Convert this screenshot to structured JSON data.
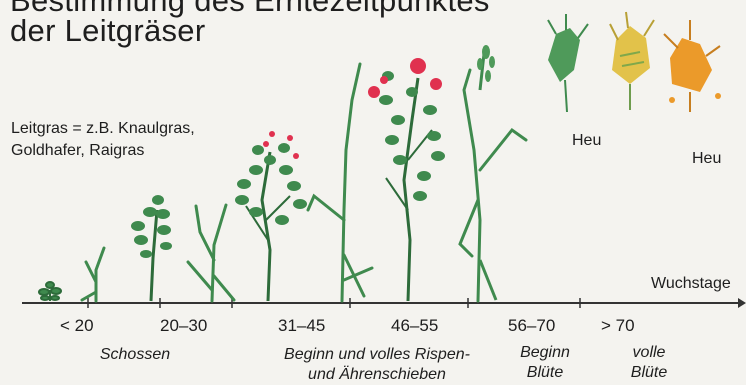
{
  "title": {
    "line1": "Bestimmung des Erntezeitpunktes",
    "line2": "der Leitgräser"
  },
  "note": {
    "line1": "Leitgras = z.B. Knaulgras,",
    "line2": "Goldhafer, Raigras"
  },
  "axis": {
    "label": "Wuchstage",
    "ticks": [
      "< 20",
      "20–30",
      "31–45",
      "46–55",
      "56–70",
      "> 70"
    ]
  },
  "stages": [
    {
      "line1": "Schossen",
      "line2": ""
    },
    {
      "line1": "Beginn und volles Rispen-",
      "line2": "und Ährenschieben"
    },
    {
      "line1": "Beginn",
      "line2": "Blüte"
    },
    {
      "line1": "volle",
      "line2": "Blüte"
    }
  ],
  "heu_labels": [
    "Heu",
    "Heu"
  ],
  "colors": {
    "stem": "#2d6b3a",
    "leaf": "#3f8a4e",
    "flower": "#e0314f",
    "spikelet_green": "#4f9a5a",
    "spikelet_yellow": "#e2c24a",
    "spikelet_orange": "#eb9a2a",
    "axis": "#333333"
  },
  "icons": [
    "grass-seedling-icon",
    "grass-leafy-icon",
    "grass-flowering-icon",
    "spikelet-icon"
  ]
}
